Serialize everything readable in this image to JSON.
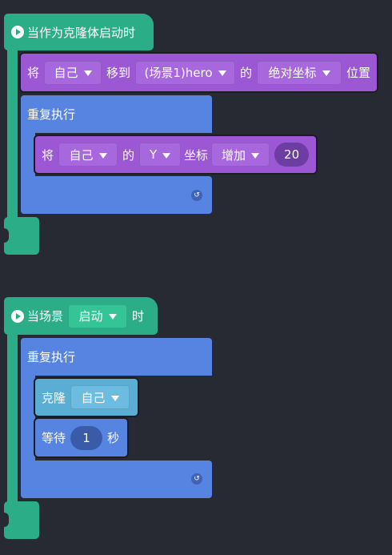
{
  "script1": {
    "hat_label": "当作为克隆体启动时",
    "move_block": {
      "prefix": "将",
      "target": "自己",
      "verb": "移到",
      "destination": "(场景1)hero",
      "of": "的",
      "coord_type": "绝对坐标",
      "suffix": "位置"
    },
    "repeat_label": "重复执行",
    "change_block": {
      "prefix": "将",
      "target": "自己",
      "of": "的",
      "axis": "Y",
      "coord_word": "坐标",
      "op": "增加",
      "amount": "20"
    },
    "loop_icon": "↺"
  },
  "script2": {
    "hat_prefix": "当场景",
    "event": "启动",
    "hat_suffix": "时",
    "repeat_label": "重复执行",
    "clone_block": {
      "label": "克隆",
      "target": "自己"
    },
    "wait_block": {
      "label": "等待",
      "amount": "1",
      "unit": "秒"
    },
    "loop_icon": "↺"
  },
  "colors": {
    "event": "#2bae87",
    "action": "#9c57d4",
    "control": "#5784e0",
    "clone": "#5aaed3",
    "background": "#272a33"
  }
}
